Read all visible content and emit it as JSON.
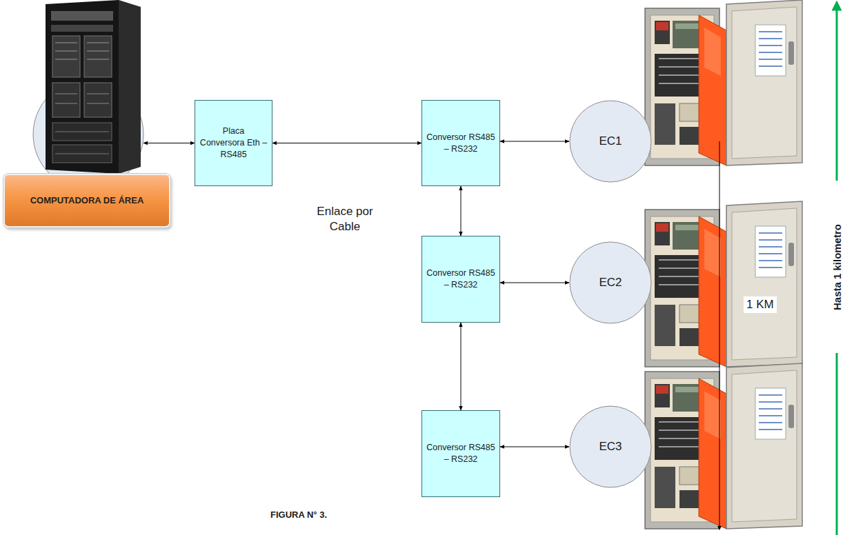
{
  "diagram": {
    "caption": "FIGURA N° 3.",
    "nodes": [
      {
        "text": [
          "COMPUTADORA DE ÁREA"
        ]
      },
      {
        "text": [
          "Placa Conversora Eth – RS485"
        ]
      },
      {
        "text": [
          "Conversor RS485 – RS232"
        ]
      },
      {
        "text": [
          "EC1"
        ]
      },
      {
        "text": [
          "Conversor RS485 – RS232"
        ]
      },
      {
        "text": [
          "EC2"
        ]
      },
      {
        "text": [
          "Conversor RS485 – RS232"
        ]
      },
      {
        "text": [
          "EC3"
        ]
      }
    ],
    "edges": [
      {
        "from": 0,
        "to": 1,
        "arrow": "both"
      },
      {
        "from": 1,
        "to": 2,
        "arrow": "both"
      },
      {
        "from": 2,
        "to": 3,
        "arrow": "both"
      },
      {
        "from": 2,
        "to": 4,
        "arrow": "both"
      },
      {
        "from": 4,
        "to": 5,
        "arrow": "both"
      },
      {
        "from": 4,
        "to": 6,
        "arrow": "both"
      },
      {
        "from": 6,
        "to": 7,
        "arrow": "both"
      }
    ],
    "labels": [
      "Enlace por Cable",
      "1 KM",
      "Hasta 1 kilometro"
    ]
  }
}
